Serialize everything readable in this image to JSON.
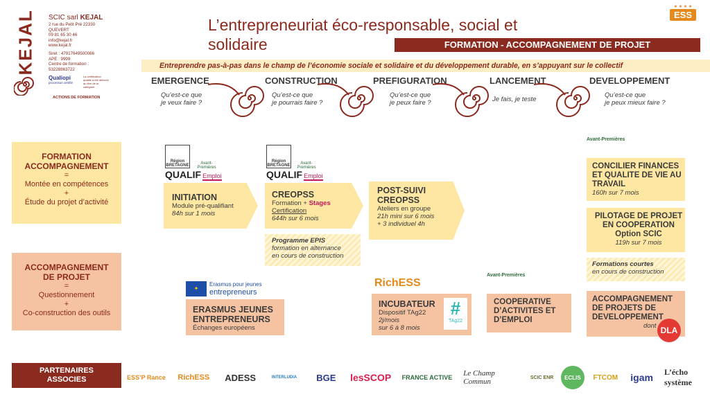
{
  "header": {
    "kejal_logo": "KEJAL",
    "company": "SCIC sarl",
    "company_name": "KEJAL",
    "address": "2 rue du Petit Pré 22330 QUEVERT",
    "phone": "09 81 65 30 46",
    "email": "info@kejal.fr",
    "website": "www.kejal.fr",
    "siret": "Siret : 47917649500066",
    "ape": "APE : 9999",
    "formation_center": "Centre de formation : 53228863722",
    "qualiopi": "Qualiopi",
    "qualiopi_sub": "processus certifié",
    "qualiopi_note": "La certification qualité a été délivrée au titre de la catégorie",
    "actions": "ACTIONS DE FORMATION",
    "title": "L’entrepreneuriat éco-responsable, social et solidaire",
    "ess_badge": "ESS",
    "banner": "FORMATION - ACCOMPAGNEMENT DE PROJET",
    "subtitle": "Entreprendre pas-à-pas dans le champ de l’économie sociale et solidaire et du développement durable, en s’appuyant sur le collectif"
  },
  "stages": [
    {
      "title": "EMERGENCE",
      "q": "Qu’est-ce que\nje veux faire ?"
    },
    {
      "title": "CONSTRUCTION",
      "q": "Qu’est-ce que\nje pourrais faire ?"
    },
    {
      "title": "PREFIGURATION",
      "q": "Qu’est-ce que\nje peux faire ?"
    },
    {
      "title": "LANCEMENT",
      "q": "Je fais, je teste"
    },
    {
      "title": "DEVELOPPEMENT",
      "q": "Qu’est-ce que\nje peux mieux faire ?"
    }
  ],
  "left": {
    "formation_title": "FORMATION\nACCOMPAGNEMENT",
    "formation_eq": "=",
    "formation_l1": "Montée en compétences",
    "formation_plus": "+",
    "formation_l2": "Étude du projet d’activité",
    "accomp_title": "ACCOMPAGNEMENT\nDE PROJET",
    "accomp_eq": "=",
    "accomp_l1": "Questionnement",
    "accomp_plus": "+",
    "accomp_l2": "Co-construction des outils"
  },
  "logos": {
    "region1": "Région BRETAGNE",
    "region2": "Région BRETAGNE",
    "avant1": "Avant-Premières",
    "avant2": "Avant-Premières",
    "avant3": "Avant-Premières",
    "avant4": "Avant-Premières",
    "qualif": "QUALIF",
    "emploi": "Emploi",
    "erasmus": "Erasmus pour jeunes",
    "erasmus2": "entrepreneurs",
    "richess": "RichESS",
    "tag": "TAg22",
    "dla": "DLA"
  },
  "cards": {
    "initiation_title": "INITIATION",
    "initiation_l1": "Module pré-qualifiant",
    "initiation_l2": "84h sur 1 mois",
    "creopss_title": "CREOPSS",
    "creopss_l1a": "Formation + ",
    "creopss_l1b": "Stages",
    "creopss_l2": "Certification",
    "creopss_l3": "644h sur 6 mois",
    "post_title": "POST-SUIVI\nCREOPSS",
    "post_l1": "Ateliers en groupe",
    "post_l2": "21h mini sur 6 mois",
    "post_l3": "+ 3 individuel 4h",
    "epis_title": "Programme EPIS",
    "epis_l1": "formation en alternance",
    "epis_l2": "en cours de construction",
    "erasmus_title": "ERASMUS JEUNES\nENTREPRENEURS",
    "erasmus_l1": "Échanges européens",
    "incub_title": "INCUBATEUR",
    "incub_l1": "Dispositif TAg22",
    "incub_l2": "2j/mois",
    "incub_l3": "sur 6 à 8 mois",
    "coop_title": "COOPERATIVE\nD’ACTIVITES ET\nD’EMPLOI",
    "conc_title": "CONCILIER FINANCES\nET QUALITE DE VIE AU\nTRAVAIL",
    "conc_l1": "160h sur 7 mois",
    "pilot_title": "PILOTAGE DE PROJET\nEN COOPERATION\nOption SCIC",
    "pilot_l1": "119h sur 7 mois",
    "courtes_title": "Formations courtes",
    "courtes_l1": "en cours de construction",
    "accdev_title": "ACCOMPAGNEMENT\nDE PROJETS DE\nDEVELOPPEMENT",
    "accdev_l1": "dont"
  },
  "partners": {
    "label": "PARTENAIRES\nASSOCIES",
    "items": [
      "ESS’P Rance",
      "RichESS",
      "ADESS",
      "INTERLUDIA",
      "BGE",
      "lesSCOP",
      "FRANCE ACTIVE",
      "Le Champ Commun",
      "SCIC ENR",
      "ECLIS",
      "FTCOM",
      "igam",
      "L’écho système"
    ]
  },
  "colors": {
    "accent": "#8b2a1e",
    "yellow": "#fde7a2",
    "peach": "#f6c3a2",
    "pink": "#c2185b"
  }
}
